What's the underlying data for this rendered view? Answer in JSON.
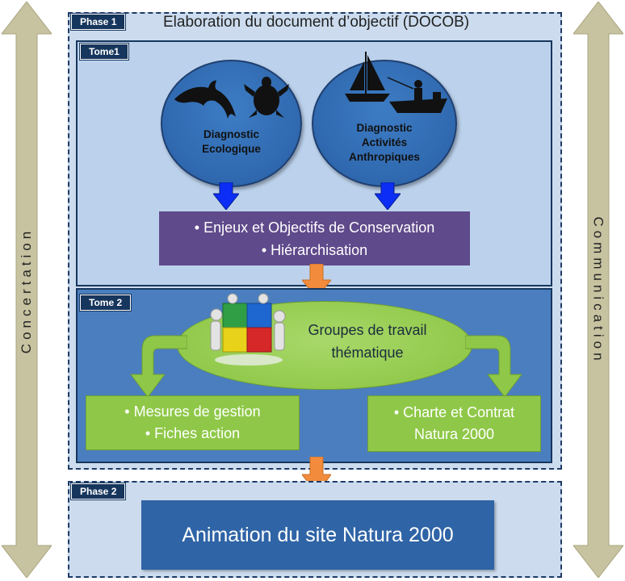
{
  "sides": {
    "left_label": "Concertation",
    "right_label": "Communication"
  },
  "phase1": {
    "tab": "Phase 1",
    "title": "Elaboration du document d’objectif (DOCOB)"
  },
  "tome1": {
    "tab": "Tome1",
    "circle_left": {
      "line1": "Diagnostic",
      "line2": "Ecologique"
    },
    "circle_right": {
      "line1": "Diagnostic",
      "line2": "Activités",
      "line3": "Anthropiques"
    },
    "box": {
      "line1": "• Enjeux et Objectifs de Conservation",
      "line2": "• Hiérarchisation"
    }
  },
  "tome2": {
    "tab": "Tome 2",
    "ellipse": {
      "line1": "Groupes de travail",
      "line2": "thématique"
    },
    "box_left": {
      "line1": "• Mesures de gestion",
      "line2": "• Fiches action"
    },
    "box_right": {
      "line1": "• Charte et Contrat",
      "line2": "Natura 2000"
    }
  },
  "phase2": {
    "tab": "Phase 2",
    "box": "Animation du site Natura 2000"
  },
  "colors": {
    "side_arrow": "#c7c3a1",
    "frame_fill": "#ccdcee",
    "tome1_fill": "#bcd2ec",
    "tome2_fill": "#4a7ebf",
    "circle": "#2f68ae",
    "purple_box": "#5f4a8b",
    "green": "#8fc848",
    "blue_arrow": "#0b2df5",
    "orange_arrow": "#f28c3c",
    "final_box": "#2f64a6"
  }
}
